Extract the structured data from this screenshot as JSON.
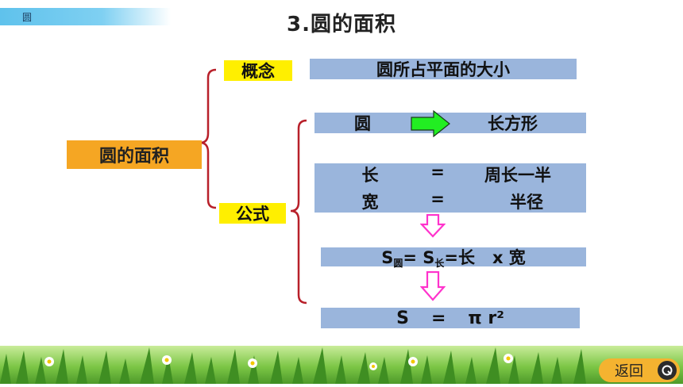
{
  "header": {
    "tag": "圆",
    "title": "3.圆的面积"
  },
  "root": {
    "label": "圆的面积"
  },
  "concept": {
    "label": "概念",
    "text": "圆所占平面的大小"
  },
  "formula": {
    "label": "公式",
    "transform": {
      "from": "圆",
      "to": "长方形"
    },
    "length_row": {
      "left": "长",
      "eq": "=",
      "right": "周长一半"
    },
    "width_row": {
      "left": "宽",
      "eq": "=",
      "right": "半径"
    },
    "area_line": {
      "s1": "S",
      "sub1": "圆",
      "eq1": "=",
      "s2": "S",
      "sub2": "长",
      "eq2": "=长",
      "x": "x",
      "w": "宽"
    },
    "final": {
      "s": "S",
      "eq": "=",
      "expr": "π r²"
    }
  },
  "nav": {
    "back_label": "返回"
  },
  "colors": {
    "label_yellow": "#ffef00",
    "box_blue": "#9ab5dc",
    "root_orange": "#f5a623",
    "bracket_red": "#b8202a",
    "arrow_green": "#22ee22",
    "arrow_magenta": "#ff33cc"
  }
}
